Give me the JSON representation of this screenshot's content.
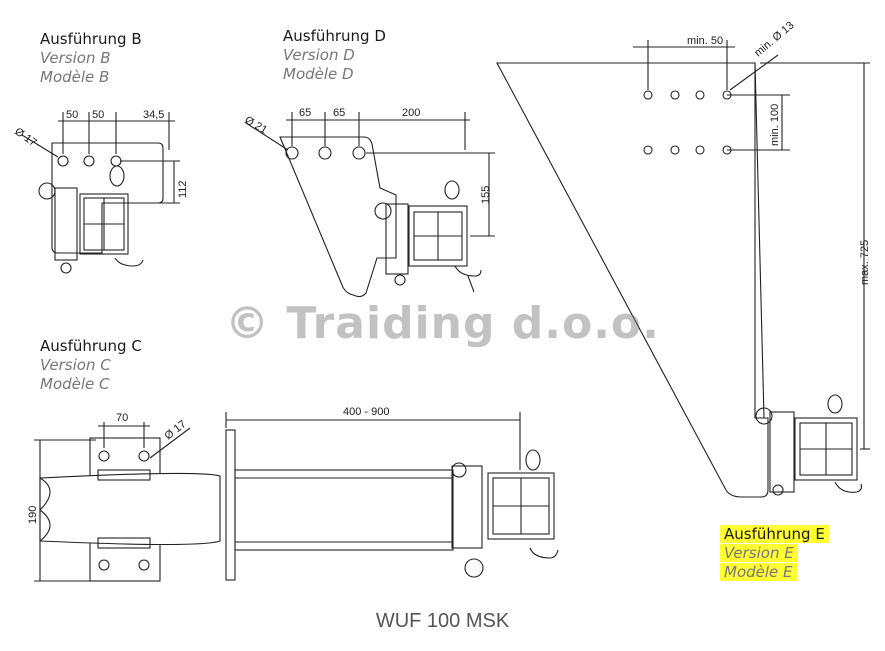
{
  "variant_b": {
    "title": "Ausführung B",
    "version": "Version B",
    "modele": "Modèle B",
    "dims": {
      "d1": "50",
      "d2": "50",
      "d3": "34,5",
      "dia": "Ø 17",
      "height": "112"
    }
  },
  "variant_d": {
    "title": "Ausführung D",
    "version": "Version D",
    "modele": "Modèle D",
    "dims": {
      "d1": "65",
      "d2": "65",
      "d3": "200",
      "dia": "Ø 21",
      "height": "155"
    }
  },
  "variant_c": {
    "title": "Ausführung C",
    "version": "Version C",
    "modele": "Modèle C",
    "dims": {
      "width": "70",
      "dia": "Ø 17",
      "height": "190",
      "length": "400 - 900"
    }
  },
  "variant_e": {
    "title": "Ausführung E",
    "version": "Version E",
    "modele": "Modèle E",
    "dims": {
      "min_spacing": "min. 50",
      "dia": "min. Ø 13",
      "min_row": "min. 100",
      "max_height": "max. 725"
    }
  },
  "watermark": "© Traiding d.o.o.",
  "caption": "WUF 100 MSK",
  "colors": {
    "line": "#222222",
    "highlight": "#ffff33",
    "watermark": "#8a8a8a"
  }
}
